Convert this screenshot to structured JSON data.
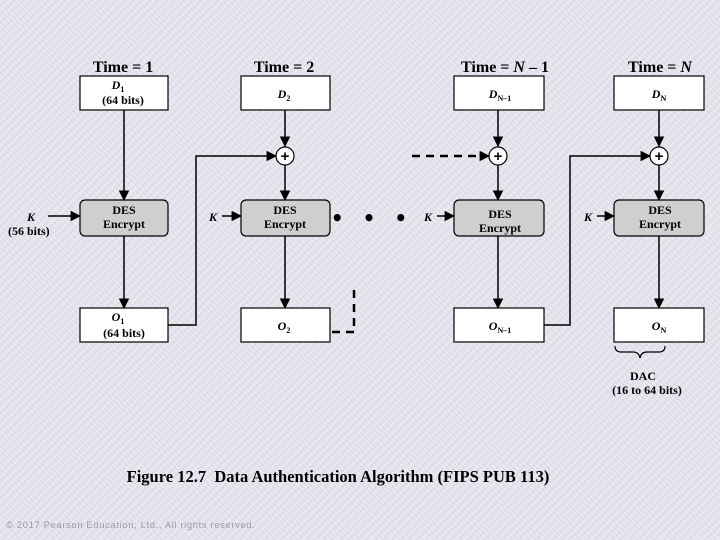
{
  "headers": [
    {
      "pre": "Time = ",
      "var": "",
      "post": "1"
    },
    {
      "pre": "Time = ",
      "var": "",
      "post": "2"
    },
    {
      "pre": "Time = ",
      "var": "N",
      "post": " – 1"
    },
    {
      "pre": "Time = ",
      "var": "N",
      "post": ""
    }
  ],
  "inputs": [
    {
      "base": "D",
      "sub": "1",
      "note": "(64 bits)"
    },
    {
      "base": "D",
      "sub": "2",
      "note": ""
    },
    {
      "base": "D",
      "sub": "N–1",
      "note": ""
    },
    {
      "base": "D",
      "sub": "N",
      "note": ""
    }
  ],
  "encrypt": {
    "line1": "DES",
    "line2": "Encrypt"
  },
  "key": {
    "label": "K",
    "note": "(56 bits)"
  },
  "outputs": [
    {
      "base": "O",
      "sub": "1",
      "note": "(64 bits)"
    },
    {
      "base": "O",
      "sub": "2",
      "note": ""
    },
    {
      "base": "O",
      "sub": "N–1",
      "note": ""
    },
    {
      "base": "O",
      "sub": "N",
      "note": ""
    }
  ],
  "xor_symbol": "+",
  "ellipsis": "• • •",
  "dac": {
    "label": "DAC",
    "note": "(16 to 64 bits)"
  },
  "caption": "Figure 12.7  Data Authentication Algorithm (FIPS PUB 113)",
  "copyright": "© 2017 Pearson Education, Ltd., All rights reserved."
}
